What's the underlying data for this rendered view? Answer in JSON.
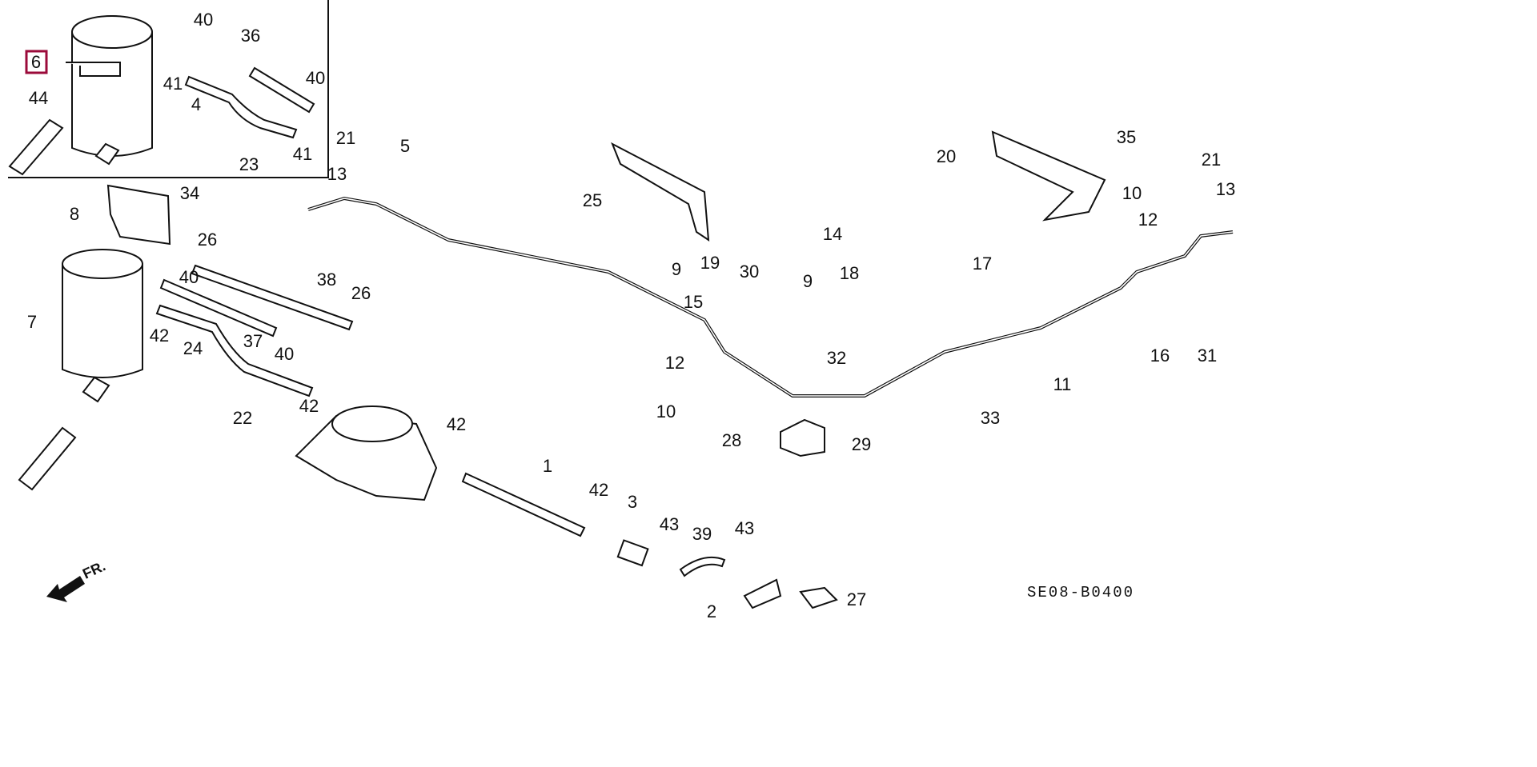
{
  "diagram": {
    "code": "SE08-B0400",
    "direction_label": "FR.",
    "highlight_color": "#9b0a3a",
    "highlighted_part": "6",
    "callouts": [
      "6",
      "40",
      "36",
      "44",
      "41",
      "40",
      "4",
      "41",
      "23",
      "21",
      "13",
      "5",
      "8",
      "34",
      "26",
      "7",
      "40",
      "38",
      "26",
      "42",
      "24",
      "37",
      "40",
      "22",
      "42",
      "25",
      "9",
      "19",
      "15",
      "30",
      "14",
      "9",
      "18",
      "12",
      "10",
      "32",
      "28",
      "29",
      "20",
      "35",
      "21",
      "13",
      "10",
      "12",
      "17",
      "16",
      "31",
      "11",
      "33",
      "42",
      "1",
      "42",
      "3",
      "43",
      "39",
      "43",
      "2",
      "27"
    ]
  }
}
